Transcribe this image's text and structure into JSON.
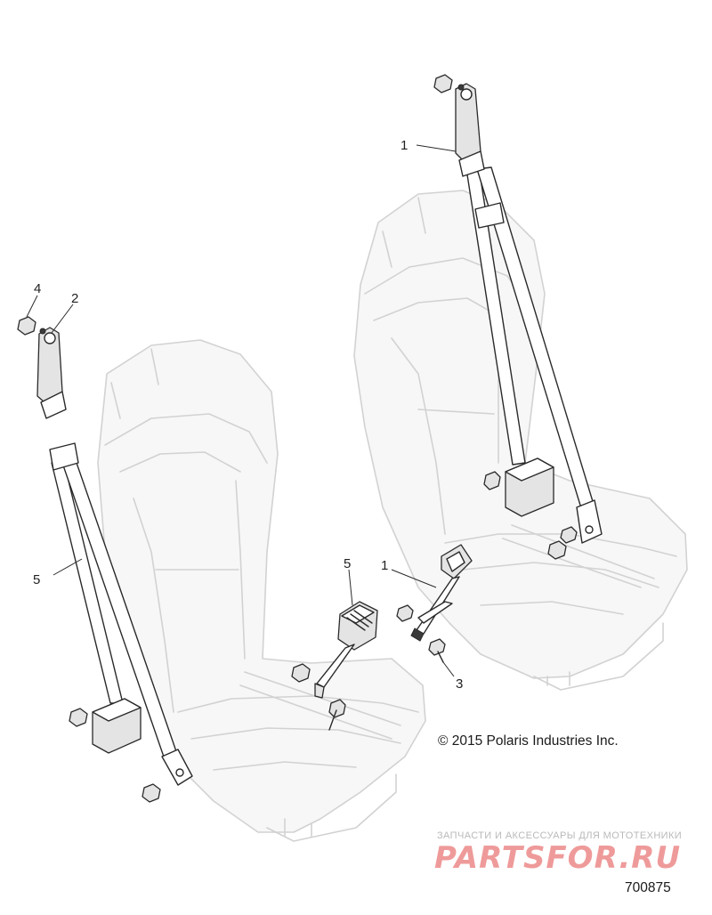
{
  "callouts": {
    "c1_upper": "1",
    "c4": "4",
    "c2": "2",
    "c5_left": "5",
    "c5_mid": "5",
    "c1_mid": "1",
    "c3": "3"
  },
  "copyright": "© 2015 Polaris Industries Inc.",
  "watermark": {
    "tagline": "ЗАПЧАСТИ И АКСЕССУАРЫ ДЛЯ МОТОТЕХНИКИ",
    "logo": "PARTSFOR.RU"
  },
  "figure_number": "700875"
}
